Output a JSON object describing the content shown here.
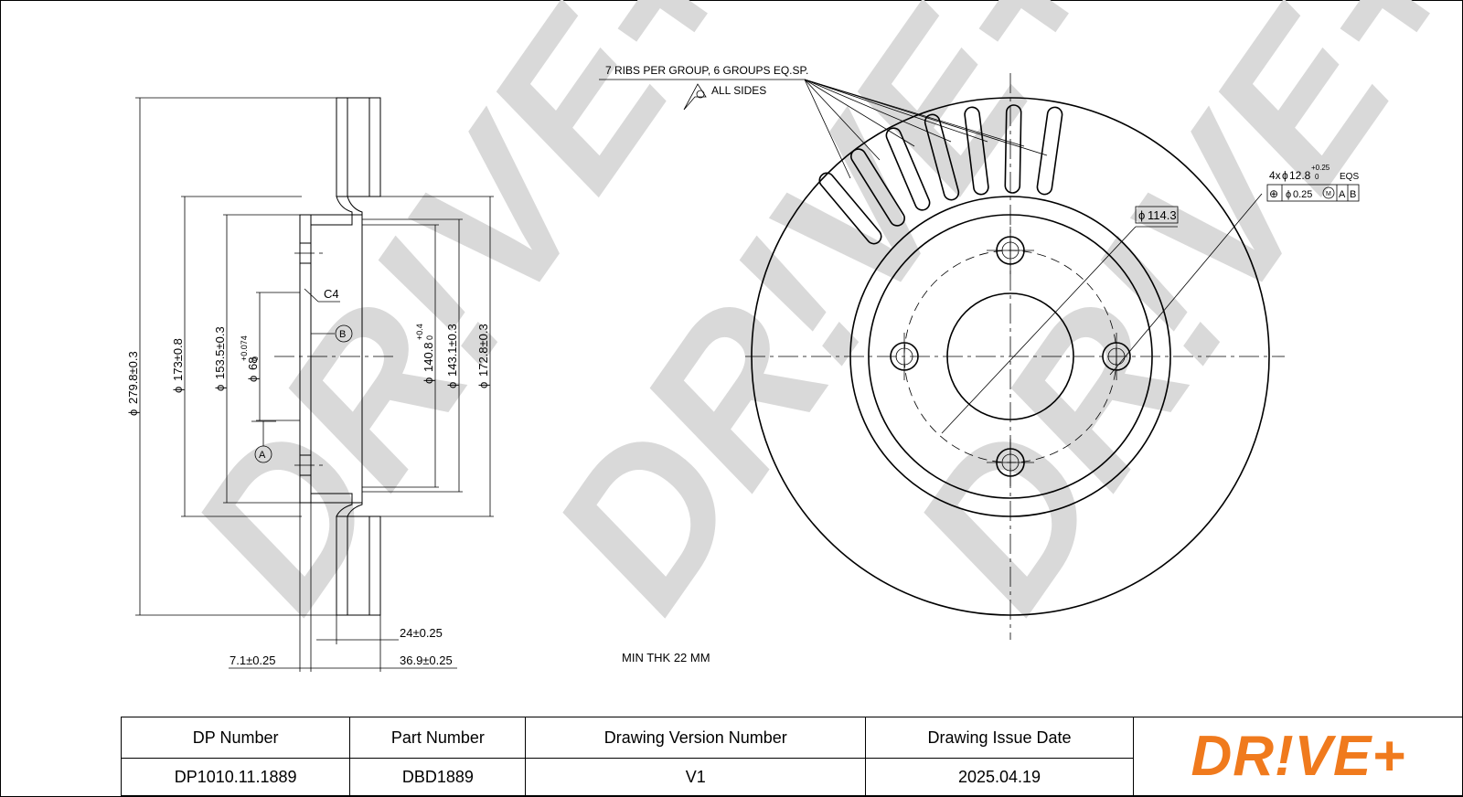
{
  "dimensions": {
    "d_outer": "279.8±0.3",
    "d_173": "173±0.8",
    "d_153": "153.5±0.3",
    "d_68": "68",
    "d_68_tol_upper": "+0.074",
    "d_68_tol_lower": "0",
    "d_140": "140.8",
    "d_140_tol_upper": "+0.4",
    "d_140_tol_lower": "0",
    "d_143": "143.1±0.3",
    "d_172": "172.8±0.3",
    "chamfer": "C4",
    "datum_b": "B",
    "datum_a": "A",
    "thickness": "24±0.25",
    "offset": "7.1±0.25",
    "height": "36.9±0.25",
    "min_thk": "MIN THK 22 MM",
    "ribs_note": "7 RIBS PER GROUP, 6 GROUPS EQ.SP.",
    "surface_note": "ALL SIDES",
    "pcd": "114.3",
    "holes": "4x",
    "hole_dia": "12.8",
    "hole_tol_upper": "+0.25",
    "hole_tol_lower": "0",
    "hole_eqs": "EQS",
    "position_tol": "0.25",
    "position_mod": "M",
    "datum_ref_a": "A",
    "datum_ref_b": "B",
    "diameter_symbol": "ϕ",
    "position_symbol": "⊕"
  },
  "watermark": {
    "text": "DR!VE+",
    "color": "#d9d9d9"
  },
  "title_block": {
    "headers": [
      "DP Number",
      "Part Number",
      "Drawing Version Number",
      "Drawing Issue Date"
    ],
    "values": [
      "DP1010.11.1889",
      "DBD1889",
      "V1",
      "2025.04.19"
    ],
    "logo": "DR!VE+",
    "logo_color": "#f07a1d"
  }
}
